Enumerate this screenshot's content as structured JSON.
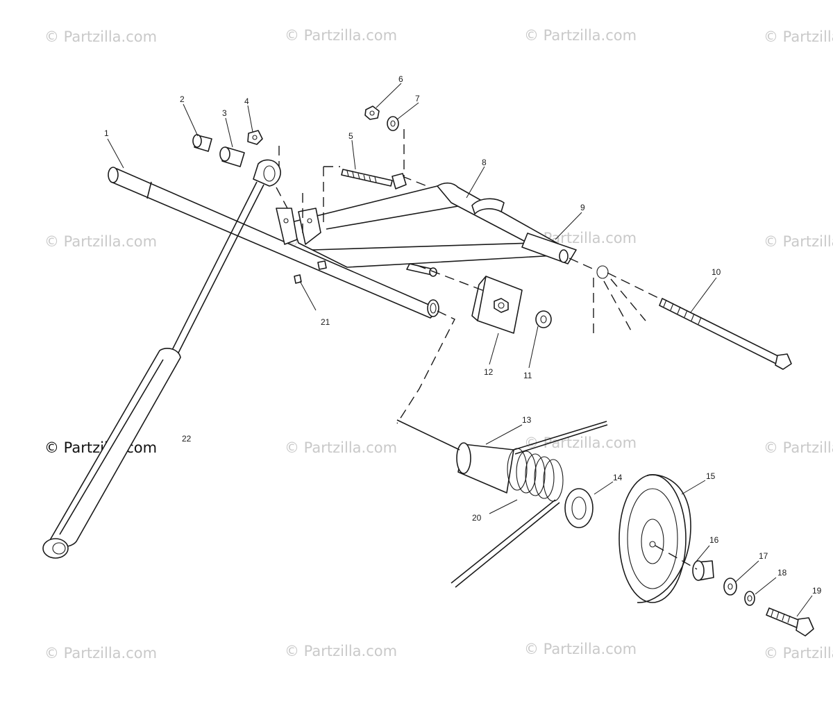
{
  "watermark": "© Partzilla.com",
  "callouts": [
    "1",
    "2",
    "3",
    "4",
    "5",
    "6",
    "7",
    "8",
    "9",
    "10",
    "11",
    "12",
    "13",
    "14",
    "15",
    "16",
    "17",
    "18",
    "19",
    "20",
    "21",
    "22"
  ]
}
